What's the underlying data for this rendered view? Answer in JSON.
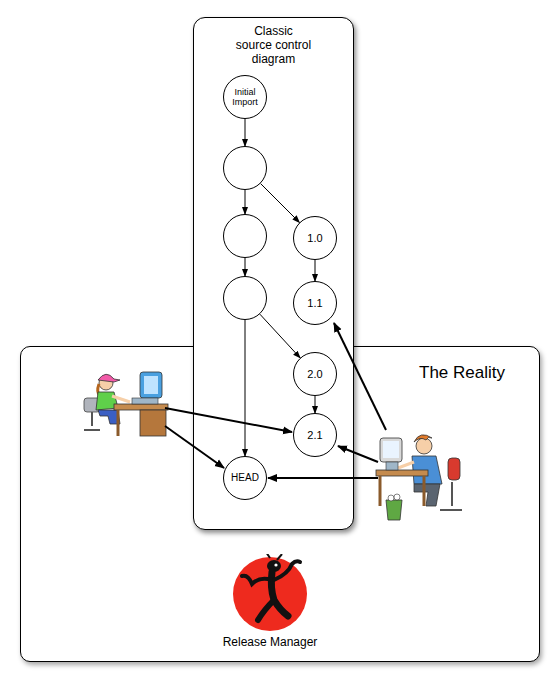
{
  "diagram": {
    "nodes": [
      {
        "text": [
          "Classic source control diagram"
        ]
      },
      {
        "text": [
          "Initial Import"
        ],
        "in": 0
      },
      {
        "text": [],
        "in": 0
      },
      {
        "text": [],
        "in": 0
      },
      {
        "text": [
          "1.0"
        ],
        "in": 0
      },
      {
        "text": [],
        "in": 0
      },
      {
        "text": [
          "1.1"
        ],
        "in": 0
      },
      {
        "text": [
          "2.0"
        ],
        "in": 0
      },
      {
        "text": [
          "2.1"
        ],
        "in": 0
      },
      {
        "text": [
          "HEAD"
        ],
        "in": 0
      },
      {
        "text": [
          "The Reality"
        ]
      },
      {
        "text": [
          "Release Manager"
        ],
        "in": 10
      }
    ],
    "edges": [
      {
        "from": 1,
        "to": 2,
        "arrow": "to"
      },
      {
        "from": 2,
        "to": 3,
        "arrow": "to"
      },
      {
        "from": 2,
        "to": 4,
        "arrow": "to"
      },
      {
        "from": 3,
        "to": 5,
        "arrow": "to"
      },
      {
        "from": 4,
        "to": 6,
        "arrow": "to"
      },
      {
        "from": 5,
        "to": 9,
        "arrow": "to"
      },
      {
        "from": 5,
        "to": 7,
        "arrow": "to"
      },
      {
        "from": 7,
        "to": 8,
        "arrow": "to"
      }
    ]
  }
}
